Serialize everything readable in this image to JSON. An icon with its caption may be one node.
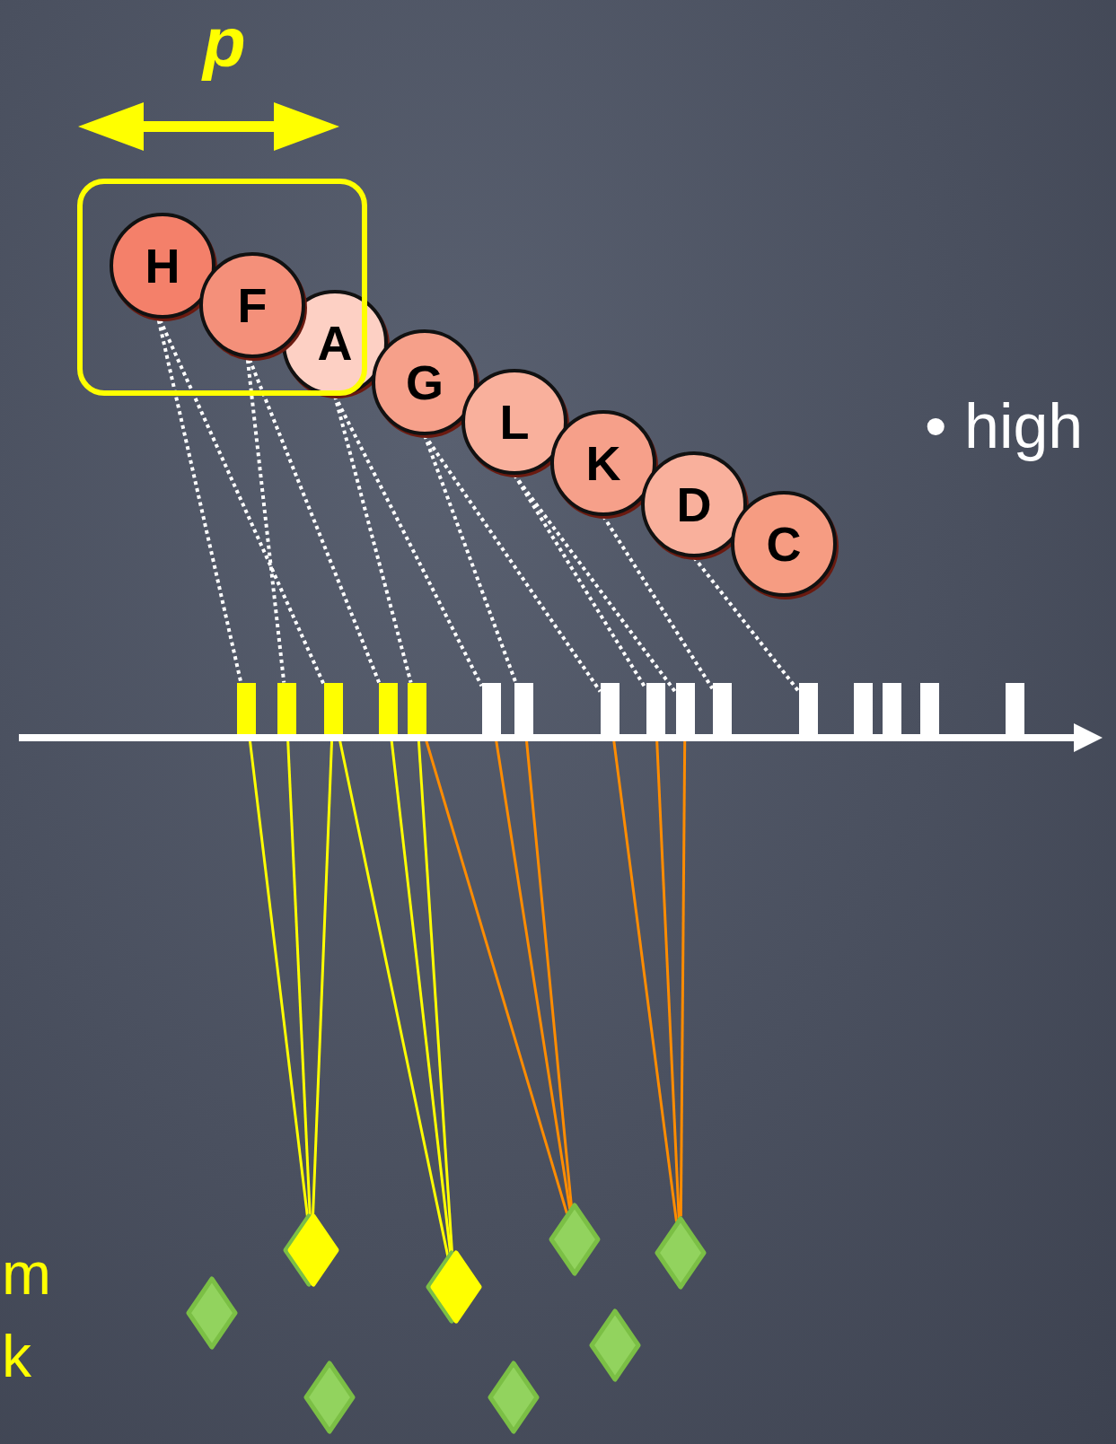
{
  "diagram": {
    "nodes": [
      {
        "text": [],
        "shape": "box"
      },
      {
        "text": [
          "H"
        ],
        "in": 0
      },
      {
        "text": [
          "F"
        ],
        "in": 0
      },
      {
        "text": [
          "A"
        ]
      },
      {
        "text": [
          "G"
        ]
      },
      {
        "text": [
          "L"
        ]
      },
      {
        "text": [
          "K"
        ]
      },
      {
        "text": [
          "D"
        ]
      },
      {
        "text": [
          "C"
        ]
      },
      {
        "text": [],
        "shape": "bar"
      },
      {
        "text": [],
        "shape": "bar"
      },
      {
        "text": [],
        "shape": "bar"
      },
      {
        "text": [],
        "shape": "bar"
      },
      {
        "text": [],
        "shape": "bar"
      },
      {
        "text": [],
        "shape": "bar"
      },
      {
        "text": [],
        "shape": "bar"
      },
      {
        "text": [],
        "shape": "bar"
      },
      {
        "text": [],
        "shape": "bar"
      },
      {
        "text": [],
        "shape": "bar"
      },
      {
        "text": [],
        "shape": "bar"
      },
      {
        "text": [],
        "shape": "bar"
      },
      {
        "text": [],
        "shape": "bar"
      },
      {
        "text": [],
        "shape": "bar"
      },
      {
        "text": [],
        "shape": "bar"
      },
      {
        "text": [],
        "shape": "bar"
      },
      {
        "text": [],
        "shape": "diamond"
      },
      {
        "text": [],
        "shape": "diamond"
      },
      {
        "text": [],
        "shape": "diamond"
      },
      {
        "text": [],
        "shape": "diamond"
      },
      {
        "text": [],
        "shape": "diamond"
      },
      {
        "text": [],
        "shape": "diamond"
      },
      {
        "text": [],
        "shape": "diamond"
      },
      {
        "text": [],
        "shape": "diamond"
      }
    ],
    "edges": [
      {
        "from": 1,
        "to": 9,
        "arrow": "none",
        "style": "dashed"
      },
      {
        "from": 2,
        "to": 10,
        "arrow": "none",
        "style": "dashed"
      },
      {
        "from": 1,
        "to": 11,
        "arrow": "none",
        "style": "dashed"
      },
      {
        "from": 2,
        "to": 12,
        "arrow": "none",
        "style": "dashed"
      },
      {
        "from": 3,
        "to": 13,
        "arrow": "none",
        "style": "dashed"
      },
      {
        "from": 3,
        "to": 14,
        "arrow": "none",
        "style": "dashed"
      },
      {
        "from": 4,
        "to": 15,
        "arrow": "none",
        "style": "dashed"
      },
      {
        "from": 4,
        "to": 16,
        "arrow": "none",
        "style": "dashed"
      },
      {
        "from": 5,
        "to": 17,
        "arrow": "none",
        "style": "dashed"
      },
      {
        "from": 5,
        "to": 18,
        "arrow": "none",
        "style": "dashed"
      },
      {
        "from": 6,
        "to": 19,
        "arrow": "none",
        "style": "dashed"
      },
      {
        "from": 7,
        "to": 20,
        "arrow": "none",
        "style": "dashed"
      },
      {
        "from": 9,
        "to": 26,
        "arrow": "none",
        "color": "#ffff00"
      },
      {
        "from": 10,
        "to": 26,
        "arrow": "none",
        "color": "#ffff00"
      },
      {
        "from": 11,
        "to": 26,
        "arrow": "none",
        "color": "#ffff00"
      },
      {
        "from": 11,
        "to": 28,
        "arrow": "none",
        "color": "#ffff00"
      },
      {
        "from": 12,
        "to": 28,
        "arrow": "none",
        "color": "#ffff00"
      },
      {
        "from": 13,
        "to": 28,
        "arrow": "none",
        "color": "#ffff00"
      },
      {
        "from": 13,
        "to": 30,
        "arrow": "none",
        "color": "#ff8c00"
      },
      {
        "from": 14,
        "to": 30,
        "arrow": "none",
        "color": "#ff8c00"
      },
      {
        "from": 15,
        "to": 30,
        "arrow": "none",
        "color": "#ff8c00"
      },
      {
        "from": 16,
        "to": 32,
        "arrow": "none",
        "color": "#ff8c00"
      },
      {
        "from": 17,
        "to": 32,
        "arrow": "none",
        "color": "#ff8c00"
      },
      {
        "from": 18,
        "to": 32,
        "arrow": "none",
        "color": "#ff8c00"
      }
    ],
    "labels": [
      "p",
      "• high",
      "m",
      "k"
    ]
  }
}
